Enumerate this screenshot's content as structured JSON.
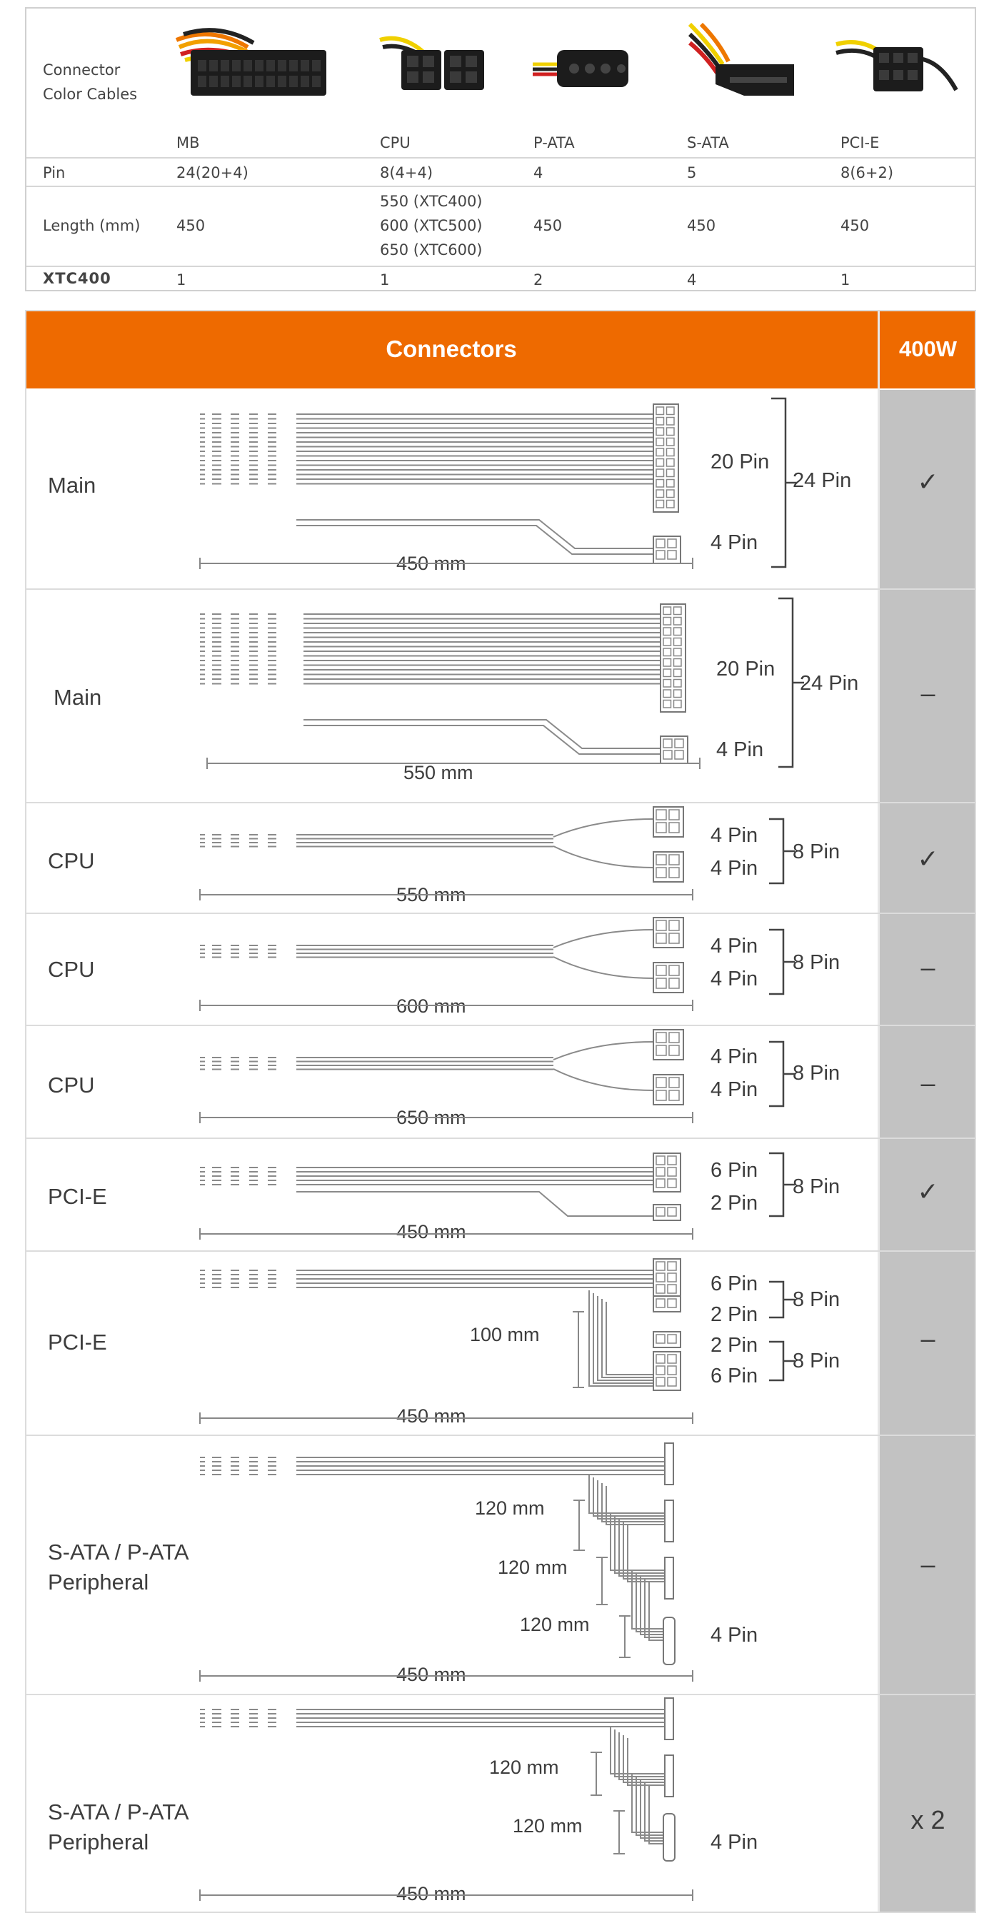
{
  "spec_table": {
    "header_label_line1": "Connector",
    "header_label_line2": "Color Cables",
    "columns": [
      "MB",
      "CPU",
      "P-ATA",
      "S-ATA",
      "PCI-E"
    ],
    "rows": {
      "pin": {
        "label": "Pin",
        "values": [
          "24(20+4)",
          "8(4+4)",
          "4",
          "5",
          "8(6+2)"
        ]
      },
      "length": {
        "label": "Length (mm)",
        "values": [
          "450",
          "",
          "450",
          "450",
          "450"
        ],
        "cpu_lines": [
          "550 (XTC400)",
          "600 (XTC500)",
          "650 (XTC600)"
        ]
      },
      "model": {
        "label": "XTC400",
        "values": [
          "1",
          "1",
          "2",
          "4",
          "1"
        ]
      }
    },
    "colors": {
      "brand": "#ee6a00",
      "border": "#d0d0d0"
    }
  },
  "connectors_table": {
    "header": {
      "title": "Connectors",
      "wattage": "400W"
    },
    "colors": {
      "header_bg": "#ee6a00",
      "wattage_col_bg": "#c2c2c2"
    },
    "rows": [
      {
        "label": "Main",
        "length": "450 mm",
        "pins": [
          "20 Pin",
          "4 Pin"
        ],
        "group": "24 Pin",
        "mark": "✓"
      },
      {
        "label": "Main",
        "length": "550 mm",
        "pins": [
          "20 Pin",
          "4 Pin"
        ],
        "group": "24 Pin",
        "mark": "–"
      },
      {
        "label": "CPU",
        "length": "550 mm",
        "pins": [
          "4 Pin",
          "4 Pin"
        ],
        "group": "8 Pin",
        "mark": "✓"
      },
      {
        "label": "CPU",
        "length": "600 mm",
        "pins": [
          "4 Pin",
          "4 Pin"
        ],
        "group": "8 Pin",
        "mark": "–"
      },
      {
        "label": "CPU",
        "length": "650 mm",
        "pins": [
          "4 Pin",
          "4 Pin"
        ],
        "group": "8 Pin",
        "mark": "–"
      },
      {
        "label": "PCI-E",
        "length": "450 mm",
        "pins": [
          "6 Pin",
          "2 Pin"
        ],
        "group": "8 Pin",
        "mark": "✓"
      },
      {
        "label": "PCI-E",
        "length": "450 mm",
        "branch": "100 mm",
        "pins": [
          "6 Pin",
          "2 Pin",
          "2 Pin",
          "6 Pin"
        ],
        "groups": [
          "8 Pin",
          "8 Pin"
        ],
        "mark": "–"
      },
      {
        "label_line1": "S-ATA / P-ATA",
        "label_line2": "Peripheral",
        "length": "450 mm",
        "branches": [
          "120 mm",
          "120 mm",
          "120 mm"
        ],
        "pins": [
          "4 Pin"
        ],
        "mark": "–"
      },
      {
        "label_line1": "S-ATA / P-ATA",
        "label_line2": "Peripheral",
        "length": "450 mm",
        "branches": [
          "120 mm",
          "120 mm"
        ],
        "pins": [
          "4 Pin"
        ],
        "mark": "x 2"
      }
    ]
  }
}
